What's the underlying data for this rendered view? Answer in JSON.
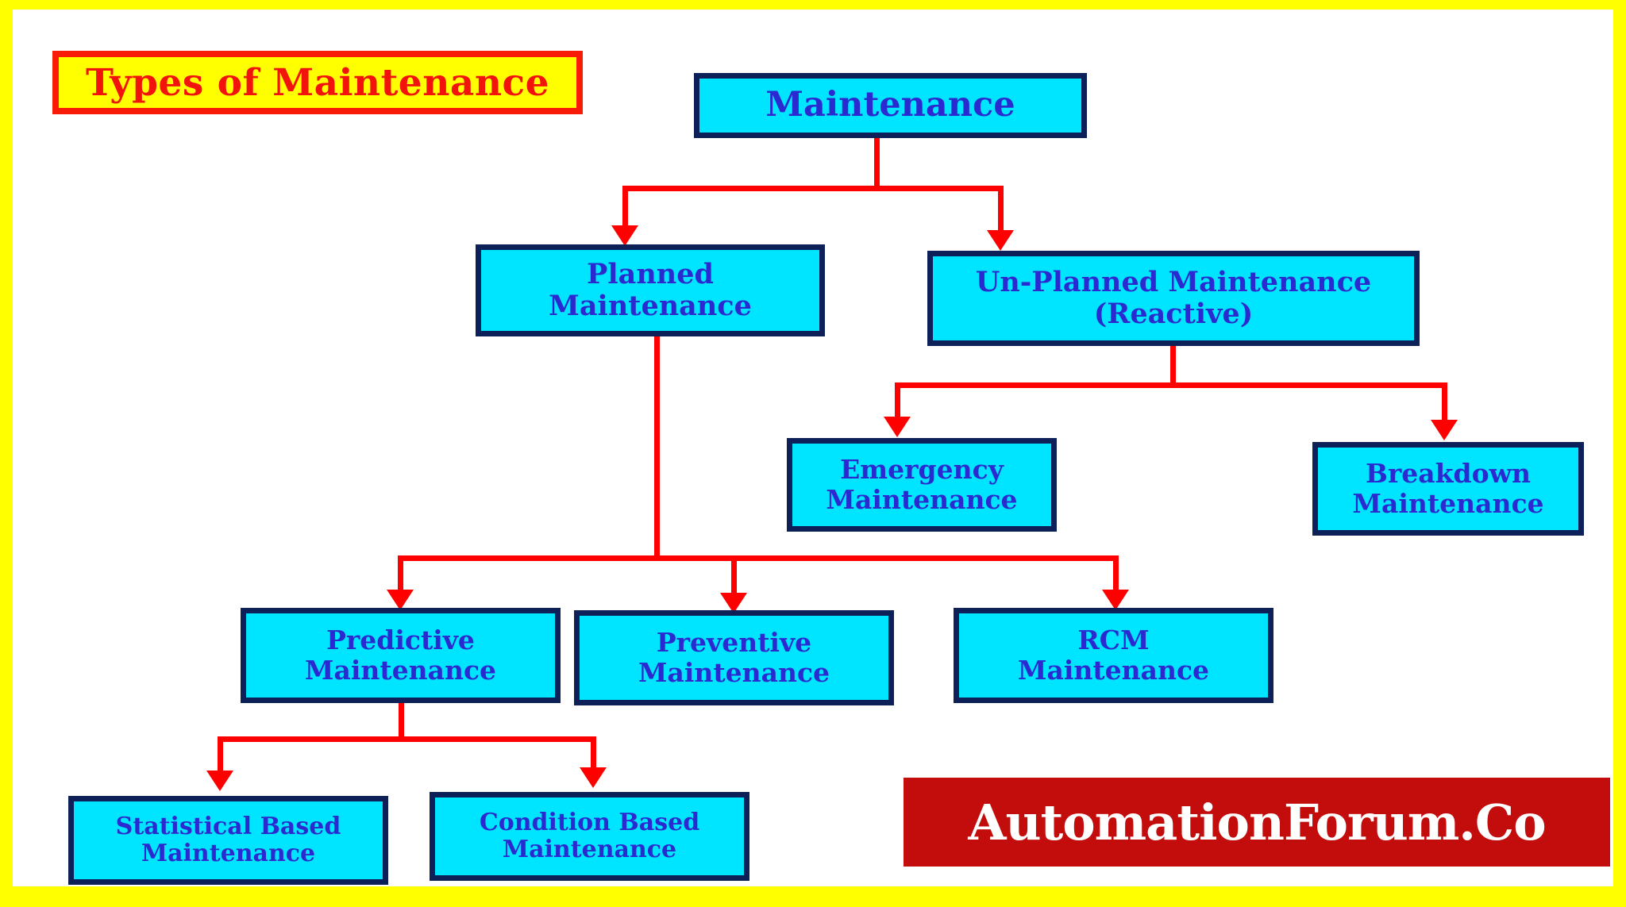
{
  "diagram": {
    "title": "Types of Maintenance",
    "colors": {
      "frame": "#ffff00",
      "canvas": "#ffffff",
      "node_fill": "#00e5ff",
      "node_border": "#0d2158",
      "node_text": "#2a2ad0",
      "connector": "#ff0000",
      "title_text": "#f2140c",
      "title_fill": "#ffff00",
      "title_border": "#f81b08",
      "brand_fill": "#c30d0d",
      "brand_text": "#ffffff"
    },
    "nodes": {
      "root": "Maintenance",
      "planned": "Planned\nMaintenance",
      "unplanned": "Un-Planned Maintenance\n(Reactive)",
      "emergency": "Emergency\nMaintenance",
      "breakdown": "Breakdown\nMaintenance",
      "predictive": "Predictive\nMaintenance",
      "preventive": "Preventive\nMaintenance",
      "rcm": "RCM\nMaintenance",
      "statistical": "Statistical Based\nMaintenance",
      "condition": "Condition Based\nMaintenance"
    },
    "brand": "AutomationForum.Co"
  }
}
